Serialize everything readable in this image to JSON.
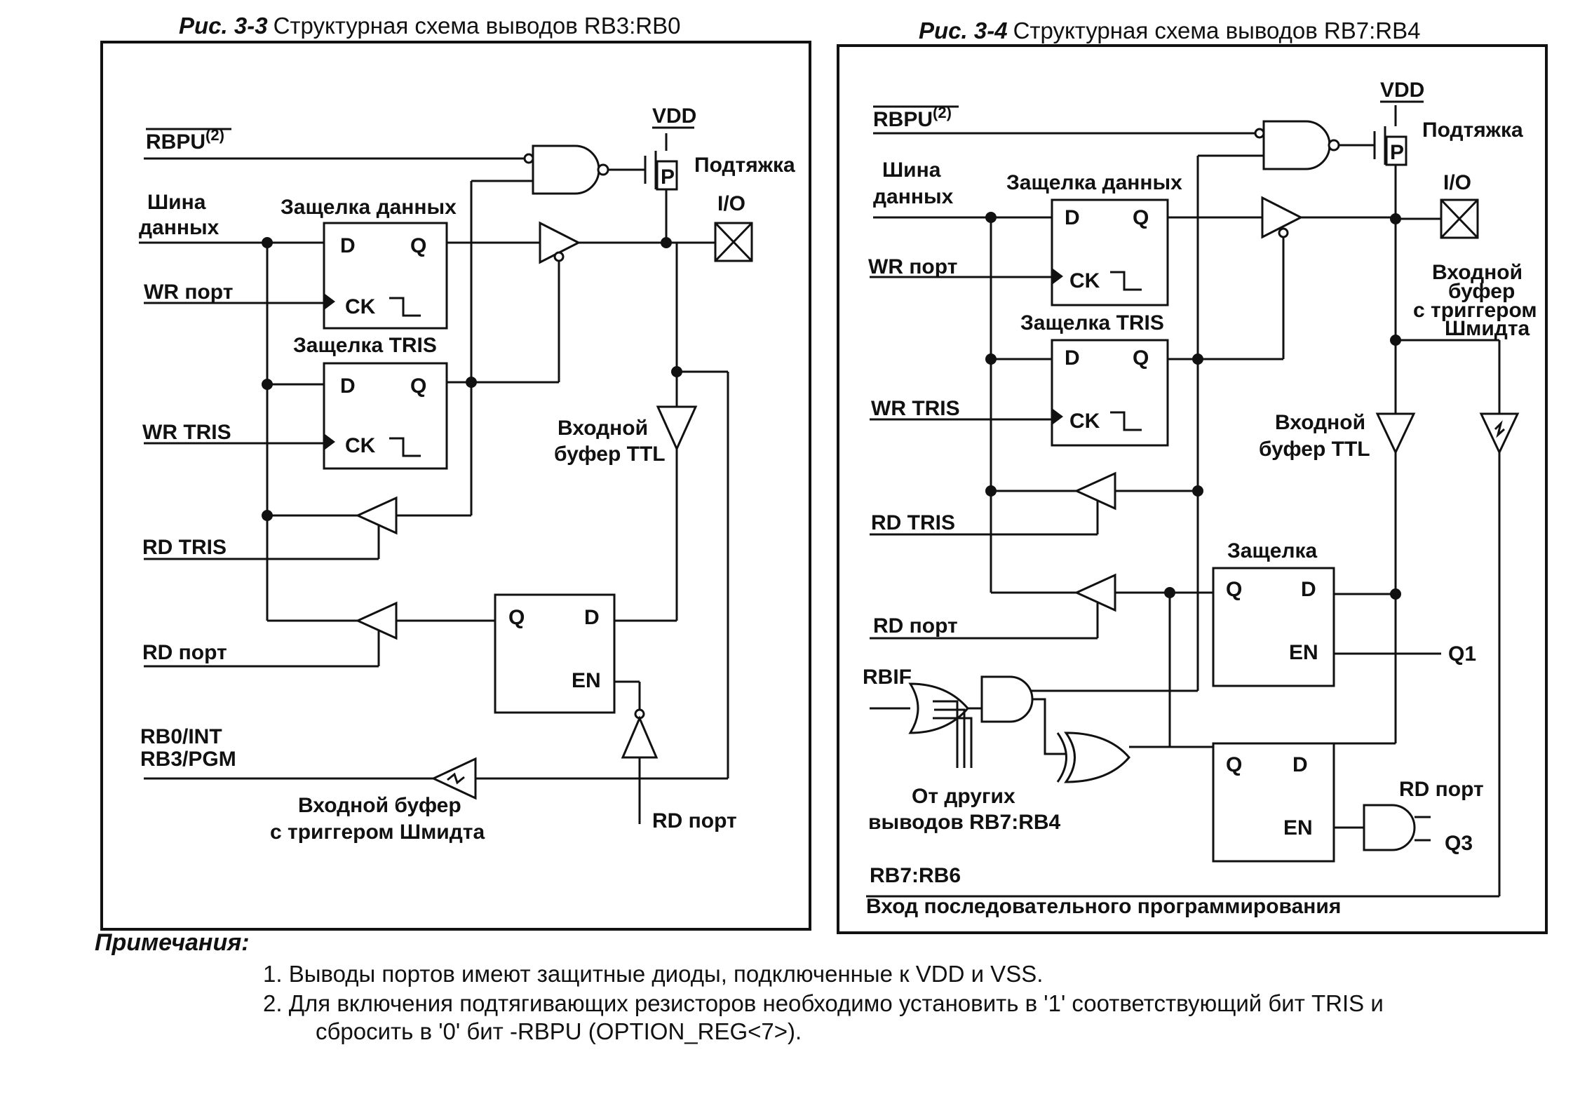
{
  "fig33": {
    "title_num": "Рис. 3-3",
    "title_text": "Структурная схема выводов RB3:RB0",
    "rbpu": "RBPU",
    "rbpu_sup": "(2)",
    "bus_1": "Шина",
    "bus_2": "данных",
    "wr_port": "WR порт",
    "wr_tris": "WR TRIS",
    "rd_tris": "RD TRIS",
    "rd_port": "RD порт",
    "rb0int": "RB0/INT",
    "rb3pgm": "RB3/PGM",
    "data_latch": "Защелка данных",
    "tris_latch": "Защелка TRIS",
    "vdd": "VDD",
    "pullup": "Подтяжка",
    "io": "I/O",
    "p": "P",
    "d": "D",
    "q": "Q",
    "ck": "CK",
    "en": "EN",
    "in_buf_1": "Входной",
    "in_buf_2": "буфер TTL",
    "schmitt_1": "Входной буфер",
    "schmitt_2": "с триггером Шмидта",
    "rd_port_2": "RD порт"
  },
  "fig34": {
    "title_num": "Рис. 3-4",
    "title_text": "Структурная схема выводов RB7:RB4",
    "rbpu": "RBPU",
    "rbpu_sup": "(2)",
    "bus_1": "Шина",
    "bus_2": "данных",
    "wr_port": "WR порт",
    "wr_tris": "WR TRIS",
    "rd_tris": "RD TRIS",
    "rd_port": "RD порт",
    "data_latch": "Защелка данных",
    "tris_latch": "Защелка TRIS",
    "latch": "Защелка",
    "vdd": "VDD",
    "pullup": "Подтяжка",
    "io": "I/O",
    "p": "P",
    "d": "D",
    "q": "Q",
    "ck": "CK",
    "en": "EN",
    "schmitt_1": "Входной",
    "schmitt_2": "буфер",
    "schmitt_3": "с триггером",
    "schmitt_4": "Шмидта",
    "ttl_1": "Входной",
    "ttl_2": "буфер TTL",
    "rbif": "RBIF",
    "q1": "Q1",
    "q3": "Q3",
    "rd_port_2": "RD порт",
    "other_1": "От других",
    "other_2": "выводов RB7:RB4",
    "rb76": "RB7:RB6",
    "serial": "Вход последовательного программирования"
  },
  "notes": {
    "heading": "Примечания:",
    "note1": "1. Выводы портов имеют защитные диоды, подключенные к VDD и VSS.",
    "note2": "2. Для включения подтягивающих резисторов необходимо установить в '1' соответствующий бит TRIS и",
    "note2b": "сбросить в '0' бит -RBPU (OPTION_REG<7>)."
  }
}
